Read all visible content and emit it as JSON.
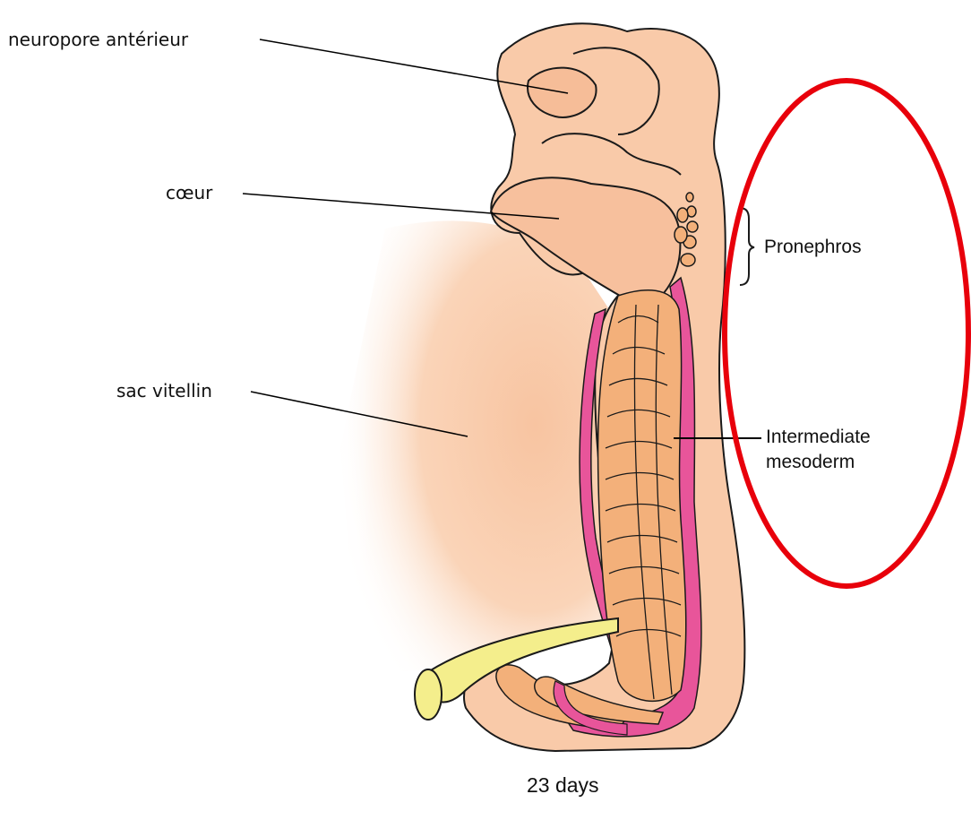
{
  "labels": {
    "anterior_neuropore": "neuropore antérieur",
    "heart": "cœur",
    "yolk_sac": "sac vitellin",
    "pronephros": "Pronephros",
    "intermediate_mesoderm_line1": "Intermediate",
    "intermediate_mesoderm_line2": "mesoderm"
  },
  "caption": "23 days",
  "colors": {
    "embryo_skin": "#f9c9a8",
    "embryo_outline": "#111111",
    "somite_orange": "#f3b07a",
    "mesoderm_pink": "#e8559a",
    "yolk_stalk_yellow": "#f4ee8c",
    "highlight_ellipse": "#e8000b"
  }
}
